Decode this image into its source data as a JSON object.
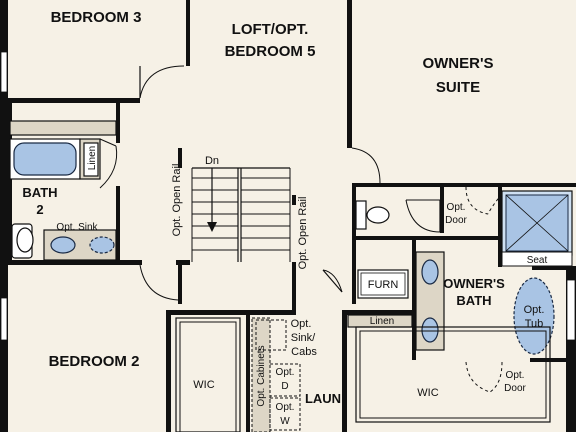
{
  "rooms": {
    "bedroom3": "BEDROOM 3",
    "loft_line1": "LOFT/OPT.",
    "loft_line2": "BEDROOM 5",
    "owners_suite_line1": "OWNER'S",
    "owners_suite_line2": "SUITE",
    "bath2_line1": "BATH",
    "bath2_line2": "2",
    "bedroom2": "BEDROOM 2",
    "owners_bath_line1": "OWNER'S",
    "owners_bath_line2": "BATH",
    "laun": "LAUN"
  },
  "labels": {
    "dn": "Dn",
    "linen_bath2": "Linen",
    "opt_open_rail_left": "Opt. Open Rail",
    "opt_open_rail_right": "Opt. Open Rail",
    "opt_sink": "Opt. Sink",
    "opt_door_top_line1": "Opt.",
    "opt_door_top_line2": "Door",
    "seat": "Seat",
    "furn": "FURN",
    "opt_tub_line1": "Opt.",
    "opt_tub_line2": "Tub",
    "linen_owner": "Linen",
    "wic_left": "WIC",
    "wic_right": "WIC",
    "opt_sink_cabs_line1": "Opt.",
    "opt_sink_cabs_line2": "Sink/",
    "opt_sink_cabs_line3": "Cabs",
    "opt_cabinets": "Opt. Cabinets",
    "opt_d_line1": "Opt.",
    "opt_d_line2": "D",
    "opt_w_line1": "Opt.",
    "opt_w_line2": "W",
    "opt_door_bottom_line1": "Opt.",
    "opt_door_bottom_line2": "Door"
  },
  "colors": {
    "background": "#f6f1e6",
    "wall": "#111111",
    "fixture": "#a9c4e4",
    "counter": "#ddd6c6"
  }
}
